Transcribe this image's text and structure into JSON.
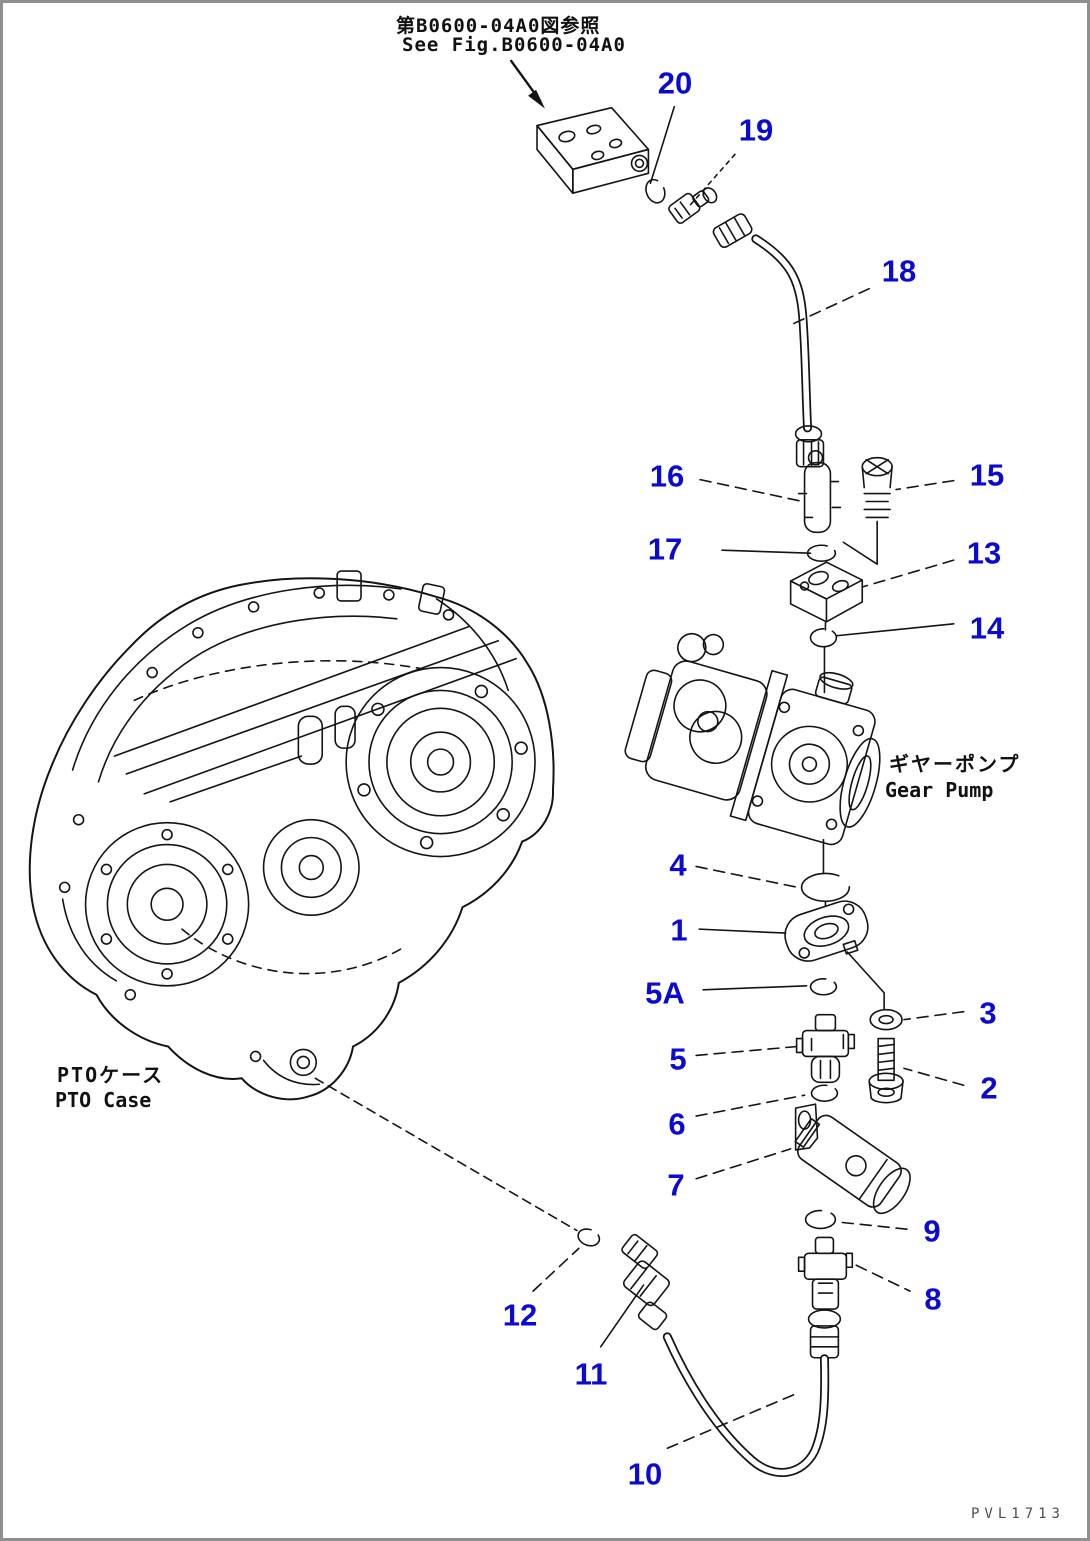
{
  "page": {
    "background": "#ffffff",
    "frame_color": "#8f8f8f"
  },
  "colors": {
    "callout": "#0a0ad0",
    "line": "#141414",
    "code_text": "#4d4d4d"
  },
  "header": {
    "note_jp": "第B0600-04A0図参照",
    "note_en": "See Fig.B0600-04A0"
  },
  "labels": {
    "gear_pump_jp": "ギヤーポンプ",
    "gear_pump_en": "Gear Pump",
    "pto_case_jp": "PTOケース",
    "pto_case_en": "PTO Case",
    "plate_code": "PVL1713"
  },
  "callouts": [
    {
      "text": "20"
    },
    {
      "text": "19"
    },
    {
      "text": "18"
    },
    {
      "text": "16"
    },
    {
      "text": "15"
    },
    {
      "text": "17"
    },
    {
      "text": "13"
    },
    {
      "text": "14"
    },
    {
      "text": "4"
    },
    {
      "text": "1"
    },
    {
      "text": "5A"
    },
    {
      "text": "3"
    },
    {
      "text": "5"
    },
    {
      "text": "2"
    },
    {
      "text": "6"
    },
    {
      "text": "7"
    },
    {
      "text": "9"
    },
    {
      "text": "8"
    },
    {
      "text": "12"
    },
    {
      "text": "11"
    },
    {
      "text": "10"
    }
  ]
}
